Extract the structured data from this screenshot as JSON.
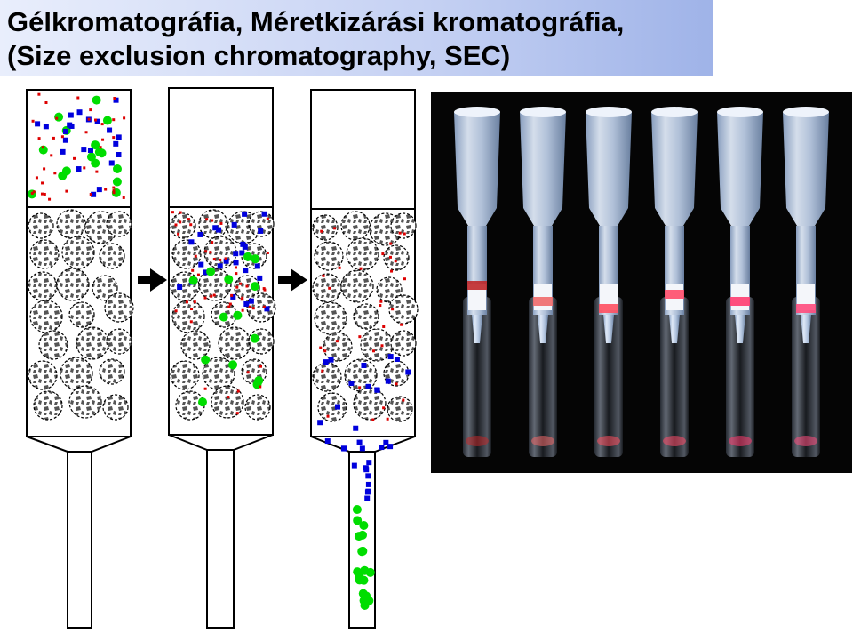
{
  "title": {
    "line1": "Gélkromatográfia, Méretkizárási kromatográfia,",
    "line2": "(Size exclusion chromatography, SEC)"
  },
  "colors": {
    "large_molecule": "#00dd00",
    "medium_molecule": "#0000dd",
    "small_molecule": "#dd0000",
    "gel_bead_fill": "#666666",
    "photo_background": "#050505",
    "band_colors": [
      "#c0282a",
      "#f06a6a",
      "#ff5060",
      "#ff4d6a",
      "#ff3d70",
      "#ff4d7d"
    ]
  },
  "diagram": {
    "stages": [
      {
        "name": "initial-mixture",
        "beads_visible": true
      },
      {
        "name": "separation-in-progress",
        "beads_visible": true
      },
      {
        "name": "elution",
        "beads_visible": true
      }
    ],
    "arrow_icon": "right-arrow"
  },
  "photo": {
    "subject": "spin-column-tubes",
    "column_count": 6
  }
}
